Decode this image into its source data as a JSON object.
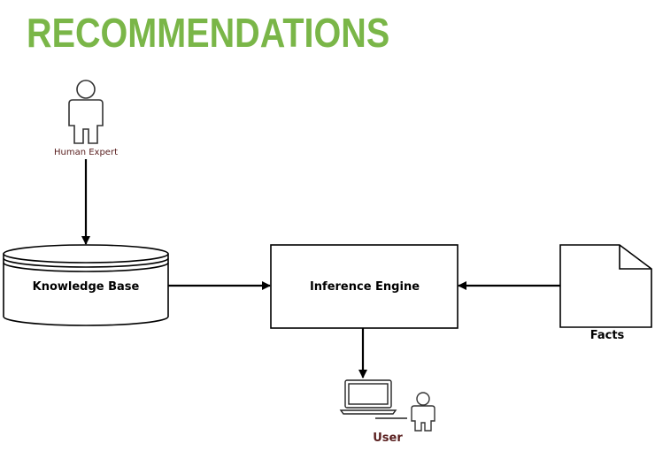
{
  "title": "RECOMMENDATIONS",
  "colors": {
    "title": "#7ab648",
    "stroke": "#000000",
    "fill": "#ffffff",
    "human_expert_label": "#5a2020",
    "user_label": "#5a2020",
    "label": "#000000"
  },
  "nodes": {
    "human_expert": {
      "label": "Human Expert",
      "icon": "person-icon"
    },
    "knowledge_base": {
      "label": "Knowledge Base",
      "icon": "database-cylinder"
    },
    "inference_engine": {
      "label": "Inference Engine"
    },
    "facts": {
      "label": "Facts",
      "icon": "document-icon"
    },
    "user": {
      "label": "User",
      "icon": "computer-user-icon"
    }
  },
  "edges": [
    {
      "from": "human_expert",
      "to": "knowledge_base"
    },
    {
      "from": "knowledge_base",
      "to": "inference_engine"
    },
    {
      "from": "facts",
      "to": "inference_engine"
    },
    {
      "from": "inference_engine",
      "to": "user"
    }
  ]
}
